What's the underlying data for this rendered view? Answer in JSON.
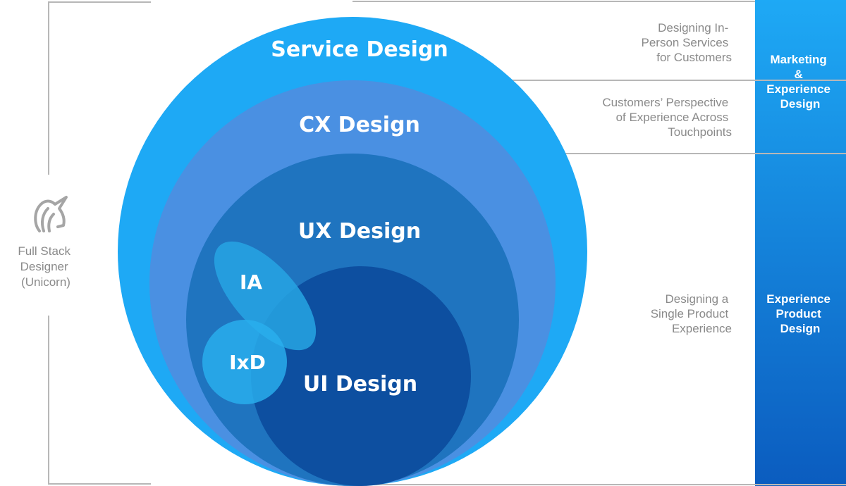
{
  "colors": {
    "service": "#1ea9f5",
    "cx": "#4a90e2",
    "ux": "#1f74bf",
    "ui": "#0d4fa0",
    "ia": "#27a4e3",
    "ixd": "#2ab0ee",
    "sidebar_top": "#1ea9f5",
    "sidebar_bottom": "#0b5cbf",
    "text_muted": "#8a8a8a",
    "line": "#b7b7b7"
  },
  "layers": {
    "service": "Service Design",
    "cx": "CX Design",
    "ux": "UX Design",
    "ia": "IA",
    "ixd": "IxD",
    "ui": "UI Design"
  },
  "descriptions": {
    "service": [
      "Designing In-",
      "Person Services",
      "for Customers"
    ],
    "cx": [
      "Customers’ Perspective",
      "of Experience Across",
      "Touchpoints"
    ],
    "product": [
      "Designing a",
      "Single Product",
      "Experience"
    ]
  },
  "categories": {
    "marketing": [
      "Marketing",
      "&",
      "Experience",
      "Design"
    ],
    "product": [
      "Experience",
      "Product",
      "Design"
    ]
  },
  "unicorn": {
    "icon": "unicorn-icon",
    "label": [
      "Full Stack",
      "Designer",
      "(Unicorn)"
    ]
  }
}
